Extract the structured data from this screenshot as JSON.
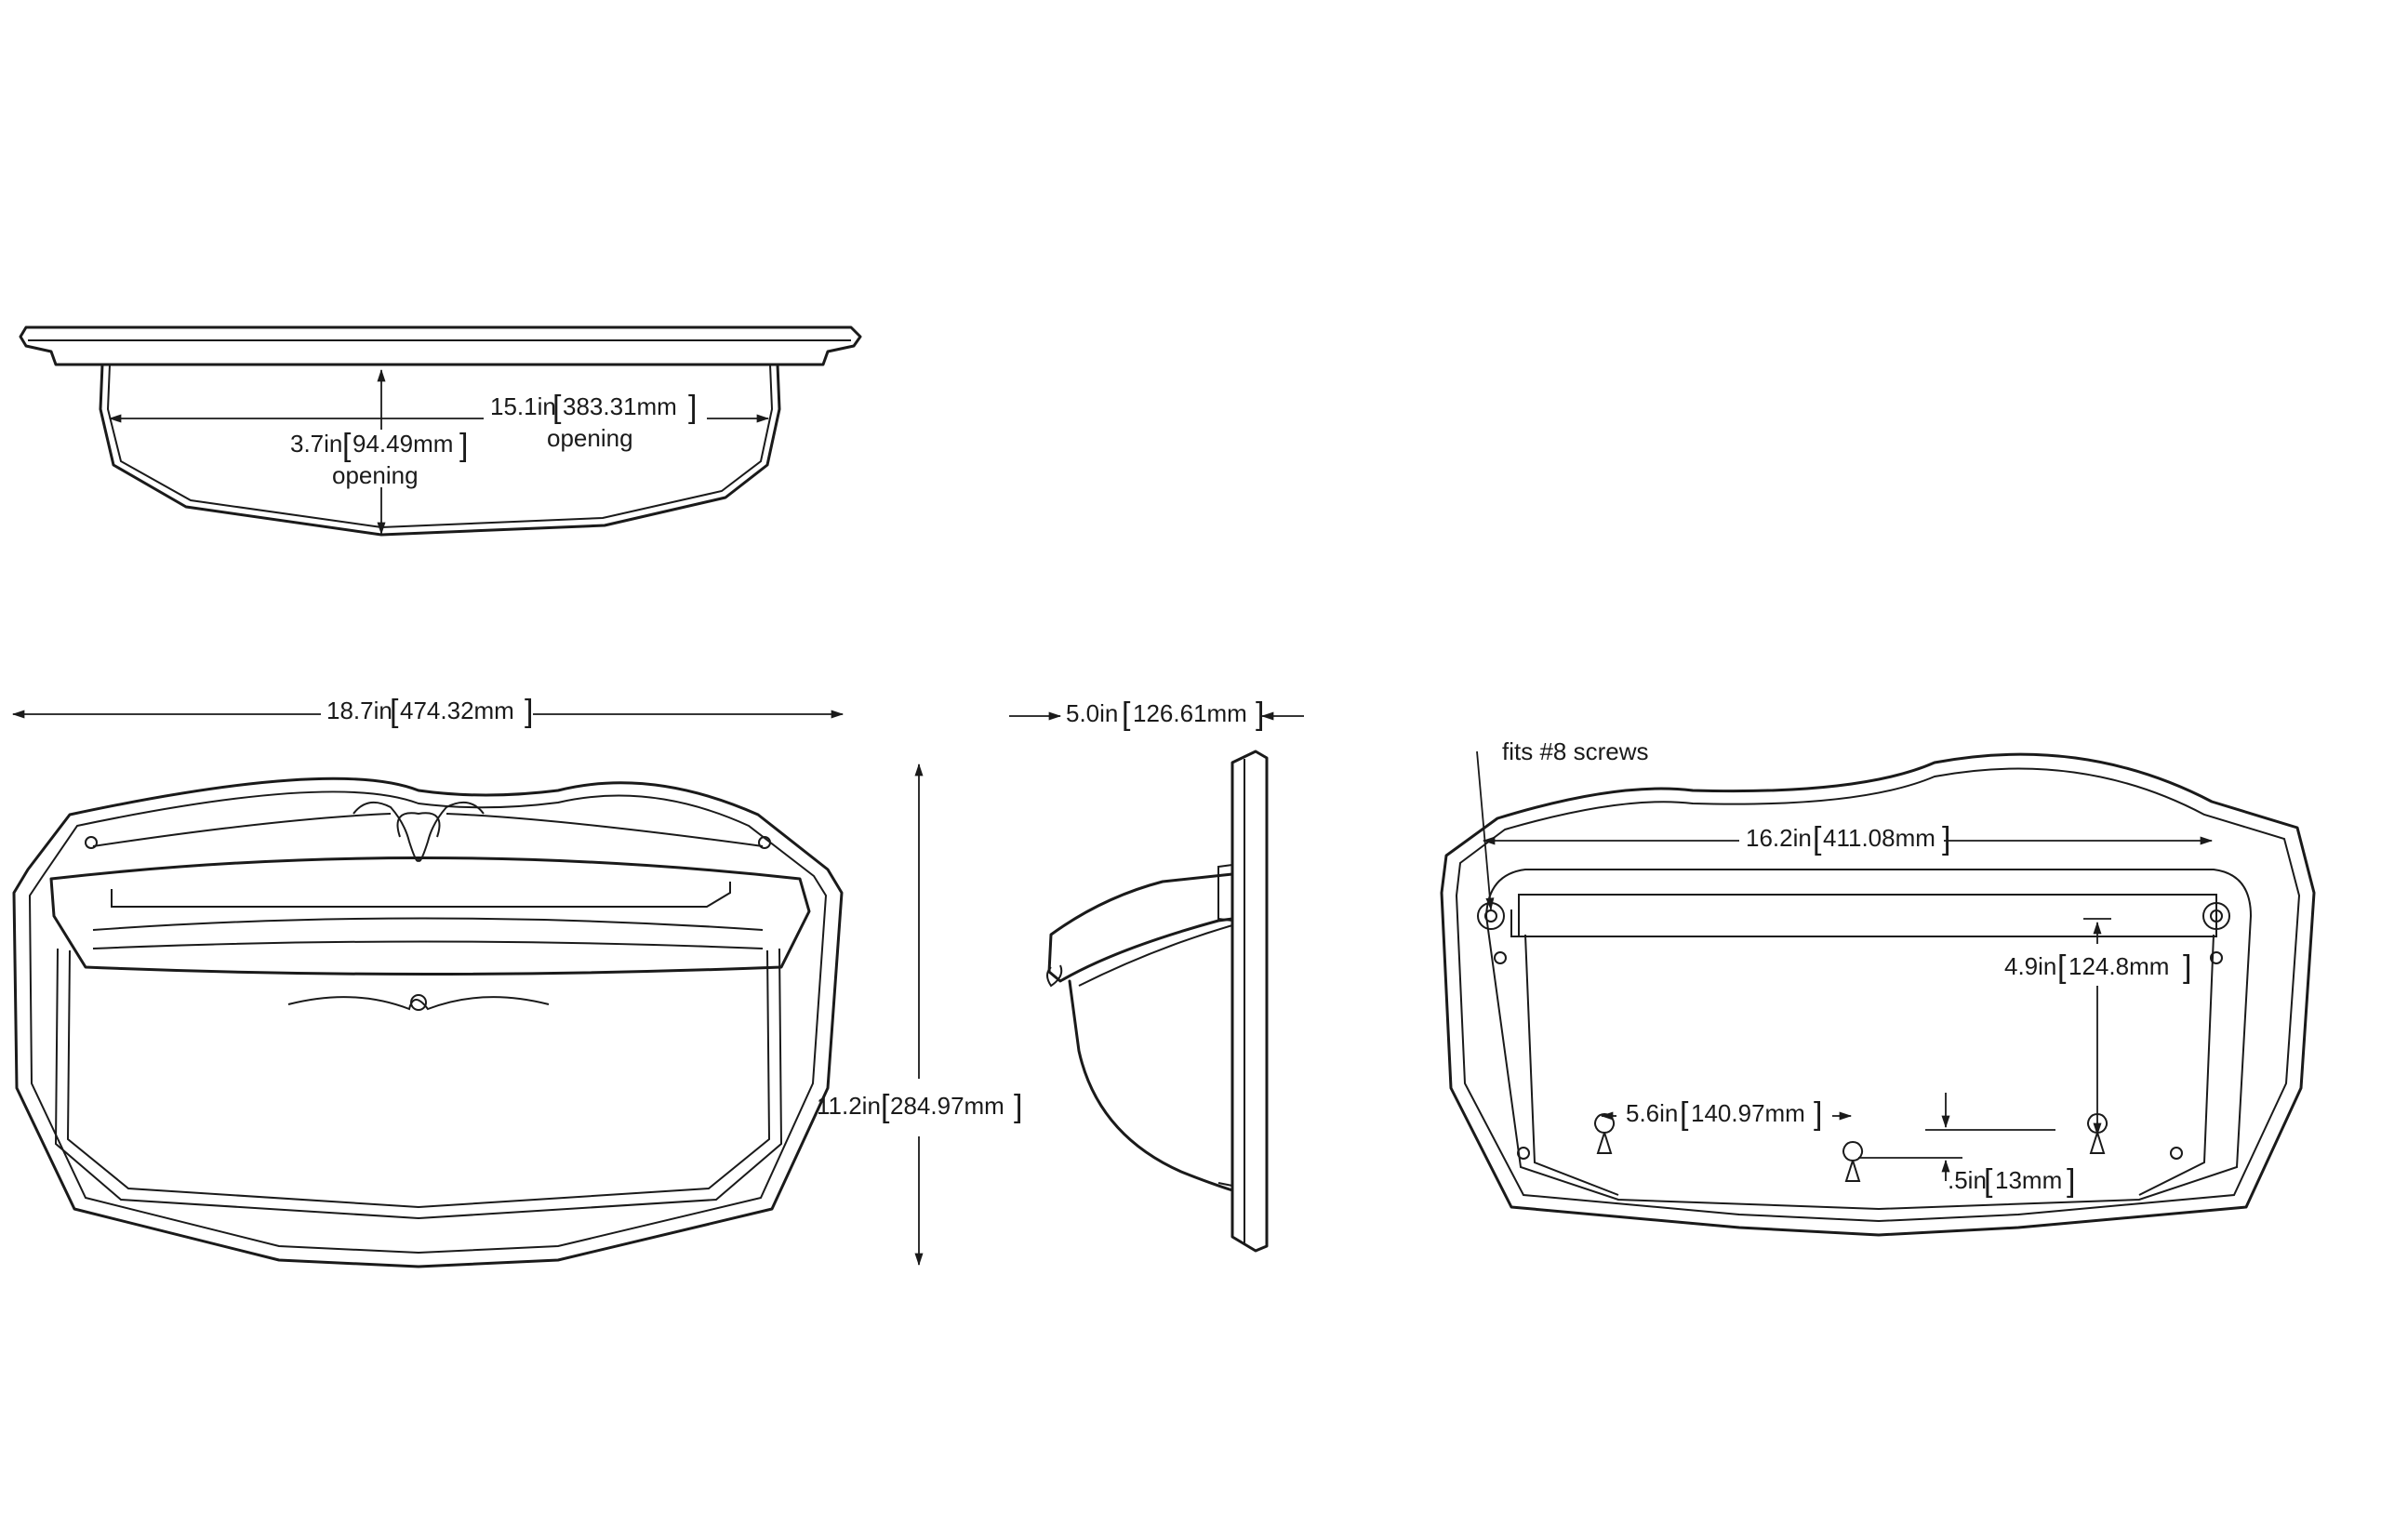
{
  "top_view": {
    "width_value": "15.1in",
    "width_metric": "383.31mm",
    "width_note": "opening",
    "depth_value": "3.7in",
    "depth_metric": "94.49mm",
    "depth_note": "opening"
  },
  "front_view": {
    "width_value": "18.7in",
    "width_metric": "474.32mm",
    "height_value": "11.2in",
    "height_metric": "284.97mm"
  },
  "side_view": {
    "depth_value": "5.0in",
    "depth_metric": "126.61mm"
  },
  "rear_view": {
    "screw_note": "fits #8 screws",
    "hole_span_value": "16.2in",
    "hole_span_metric": "411.08mm",
    "drop_value": "4.9in",
    "drop_metric": "124.8mm",
    "keyhole_span_value": "5.6in",
    "keyhole_span_metric": "140.97mm",
    "keyhole_offset_value": ".5in",
    "keyhole_offset_metric": "13mm"
  }
}
